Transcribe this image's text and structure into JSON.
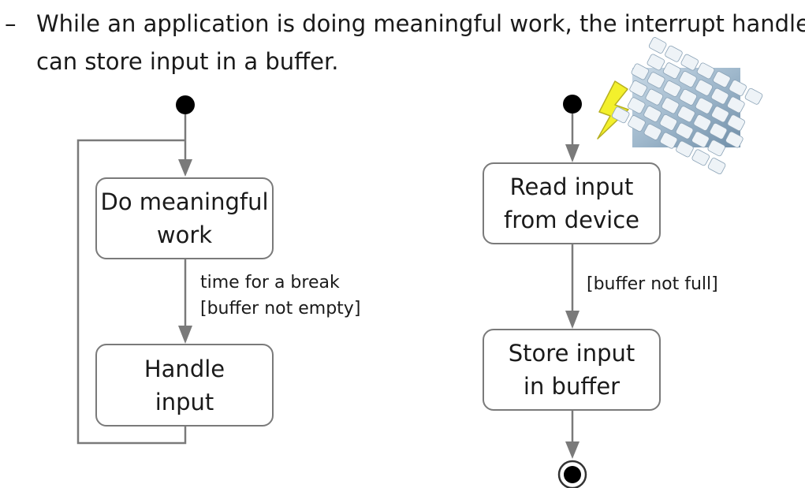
{
  "bullet": {
    "marker": "–",
    "line1": "While an application is doing meaningful work, the interrupt handler",
    "line2": "can store input in a buffer."
  },
  "left_flow": {
    "work_node": "Do meaningful\nwork",
    "handle_node": "Handle\ninput",
    "transition_label": "time for a break\n[buffer not empty]"
  },
  "right_flow": {
    "read_node": "Read input\nfrom device",
    "store_node": "Store input\nin buffer",
    "transition_label": "[buffer not full]"
  },
  "colors": {
    "edge": "#7a7a7a",
    "node_border": "#7a7a7a",
    "lightning_fill": "#f3f02c",
    "lightning_stroke": "#b7b020",
    "keyboard_bg": "#9fb8cc"
  },
  "icons": {
    "interrupt": "lightning-bolt-icon",
    "device": "keyboard-image"
  }
}
